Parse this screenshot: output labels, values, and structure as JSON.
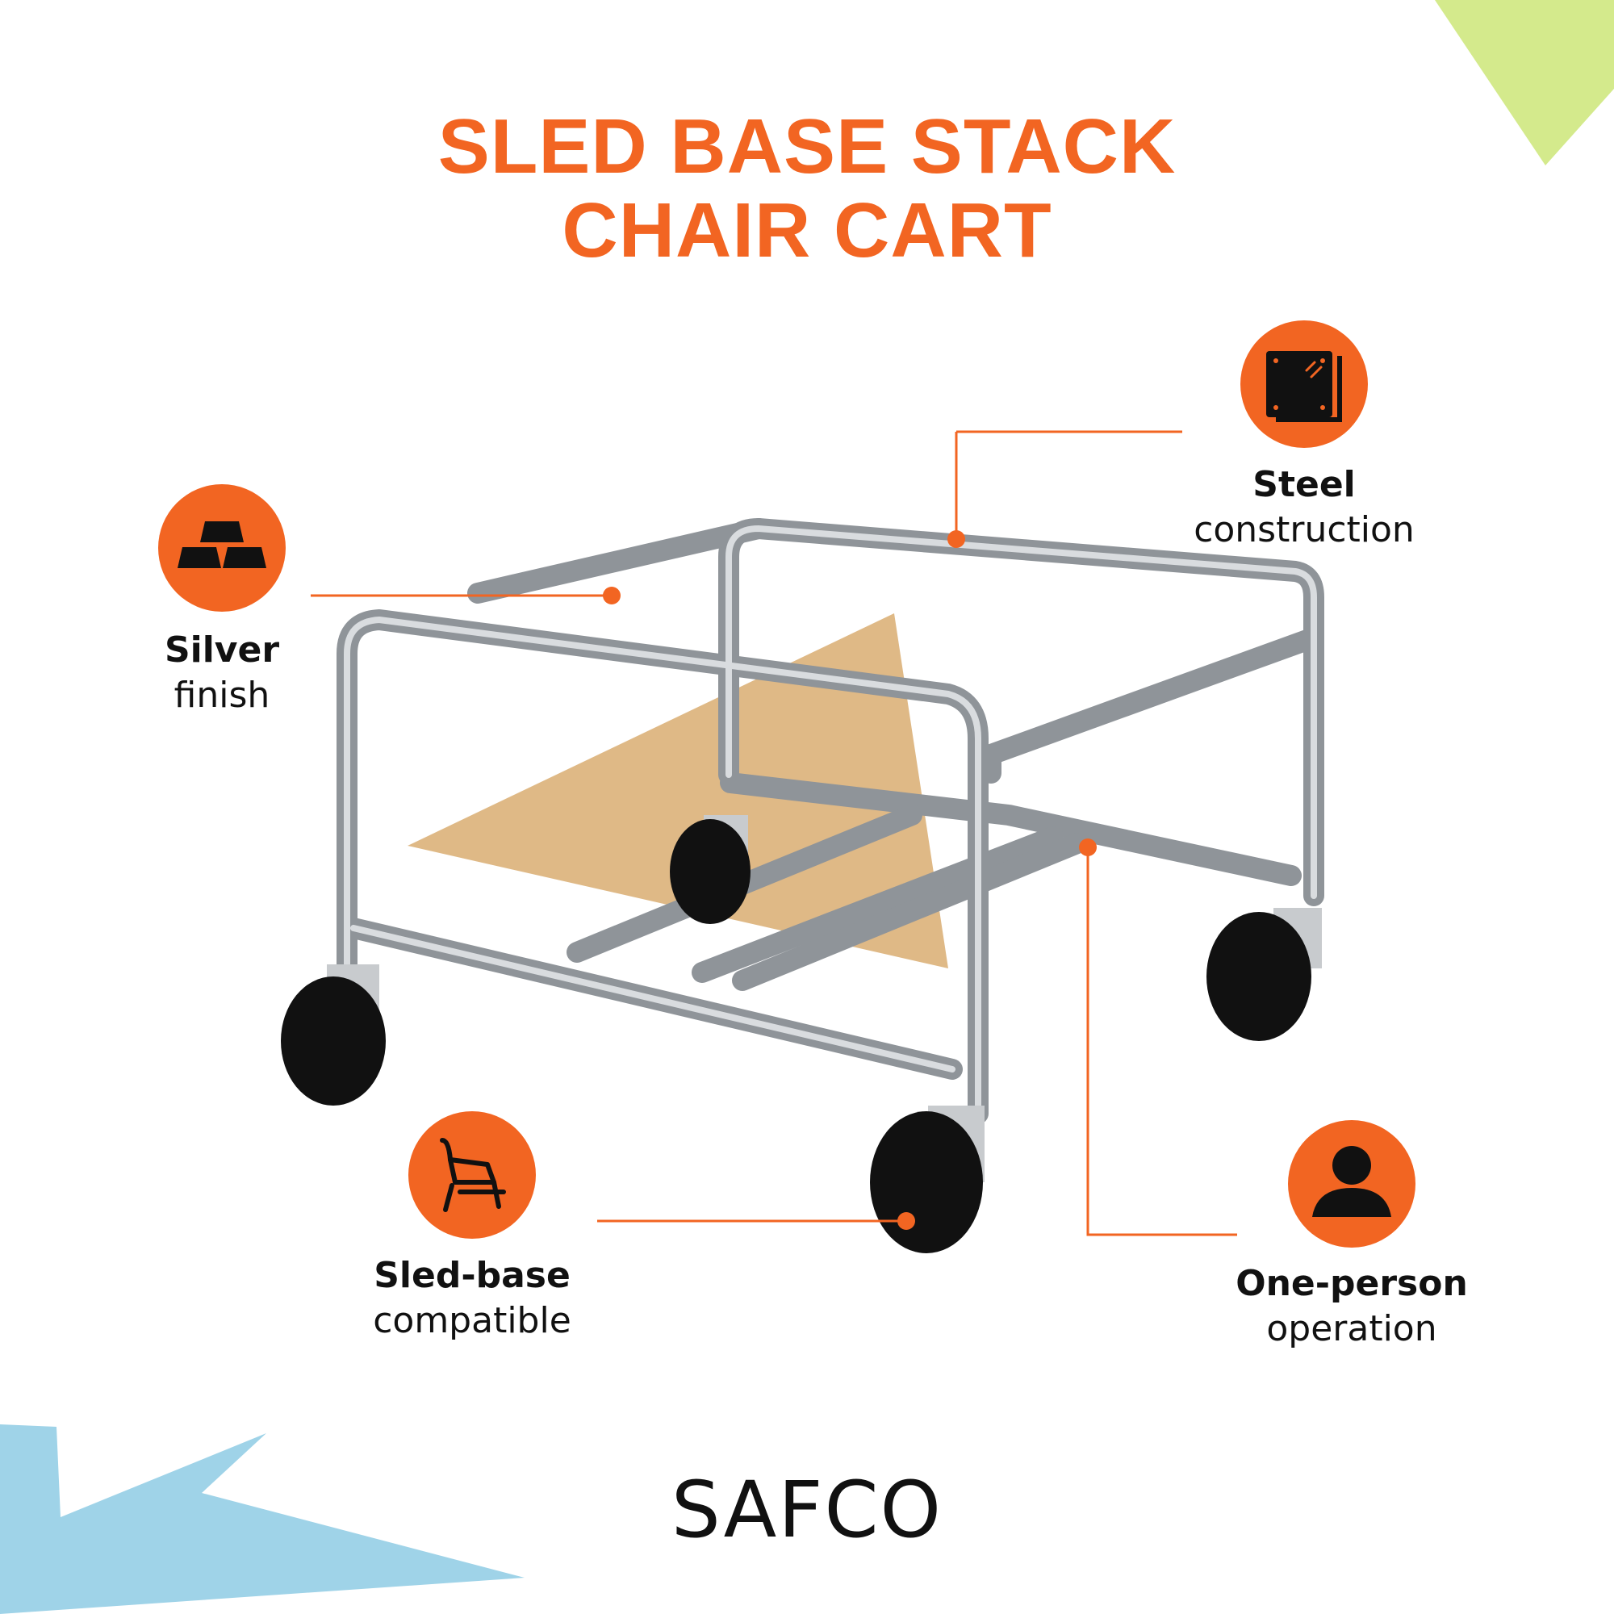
{
  "title": {
    "line1": "SLED BASE STACK",
    "line2": "CHAIR CART"
  },
  "features": [
    {
      "icon": "silver-bars-icon",
      "bold": "Silver",
      "regular": "finish"
    },
    {
      "icon": "steel-plate-icon",
      "bold": "Steel",
      "regular": "construction"
    },
    {
      "icon": "chair-icon",
      "bold": "Sled-base",
      "regular": "compatible"
    },
    {
      "icon": "person-icon",
      "bold": "One-person",
      "regular": "operation"
    }
  ],
  "brand": "SAFCO",
  "colors": {
    "accent": "#f26522",
    "corner_top_right": "#d4ea8c",
    "corner_bottom_left": "#9fd3e8",
    "floor_shape": "#dfb986",
    "frame": "#b9bcc0",
    "wheel": "#111111"
  }
}
